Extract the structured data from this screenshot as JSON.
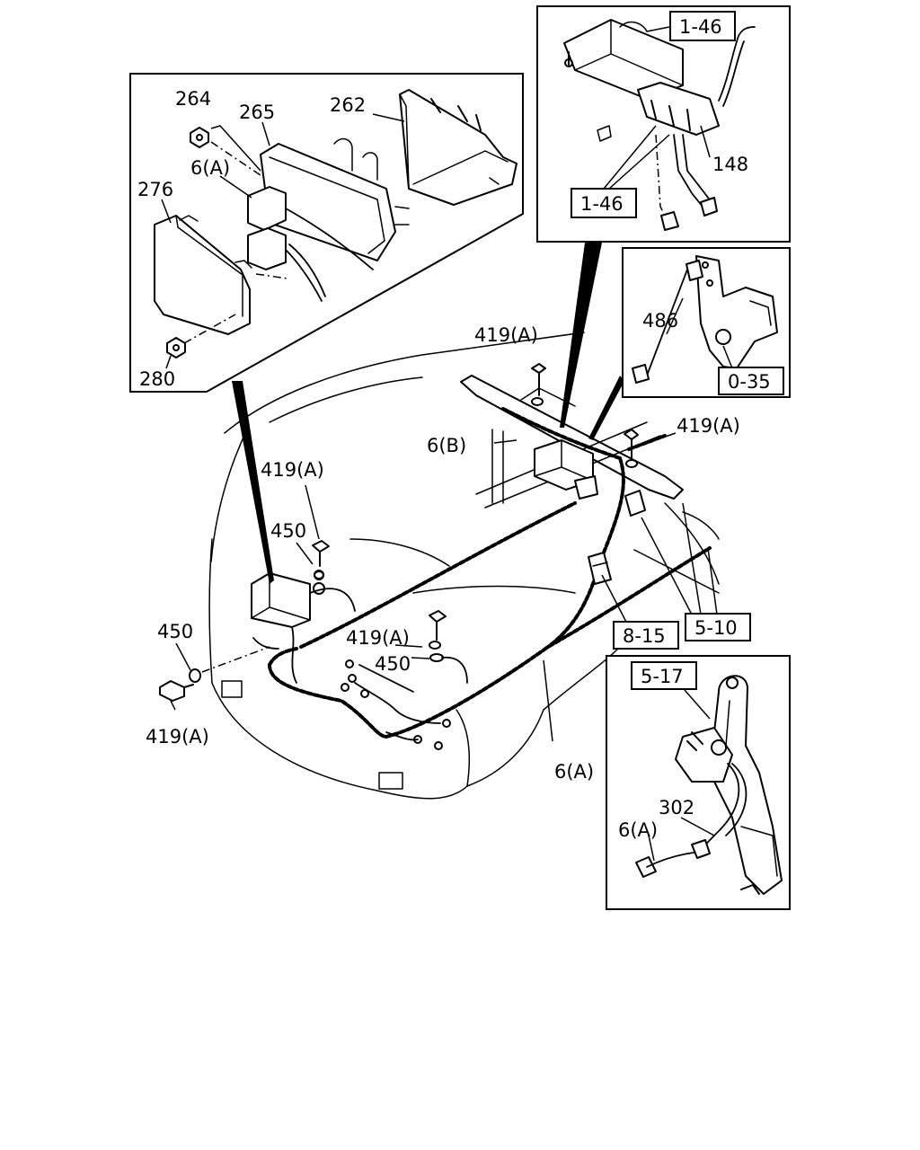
{
  "labels": {
    "l264": "264",
    "l265": "265",
    "l262": "262",
    "l6a_1": "6(A)",
    "l276": "276",
    "l280": "280",
    "l148": "148",
    "l486": "486",
    "l419a_1": "419(A)",
    "l419a_2": "419(A)",
    "l419a_3": "419(A)",
    "l419a_4": "419(A)",
    "l419a_5": "419(A)",
    "l6b": "6(B)",
    "l450_1": "450",
    "l450_2": "450",
    "l450_3": "450",
    "l6a_2": "6(A)",
    "l302": "302",
    "l6a_3": "6(A)"
  },
  "refs": {
    "r146_top": "1-46",
    "r146_mid": "1-46",
    "r035": "0-35",
    "r815": "8-15",
    "r510": "5-10",
    "r517": "5-17"
  }
}
